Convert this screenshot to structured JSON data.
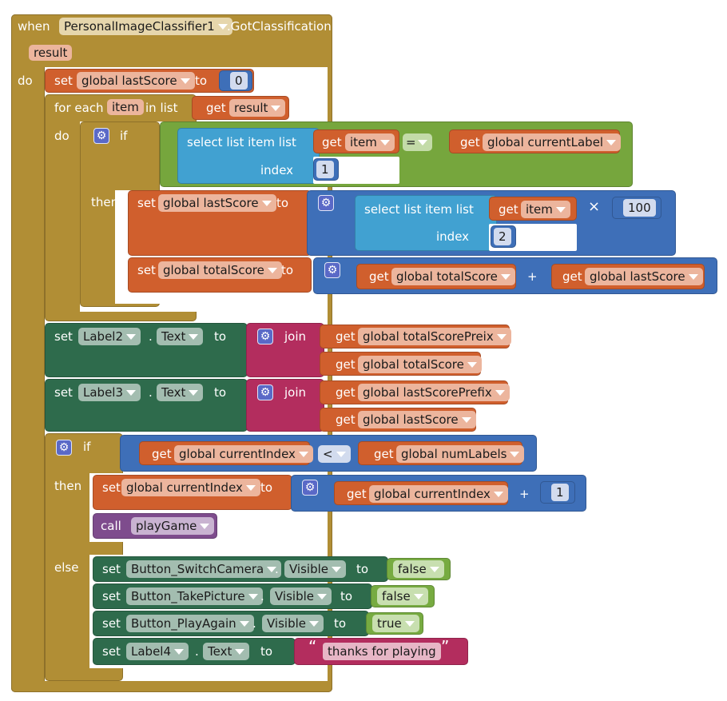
{
  "event": {
    "when": "when",
    "component": "PersonalImageClassifier1",
    "event_name": ".GotClassification",
    "param": "result",
    "do": "do"
  },
  "stmt1": {
    "set": "set",
    "var": "global lastScore",
    "to": "to",
    "value": "0"
  },
  "foreach": {
    "label": "for each",
    "item": "item",
    "in_list": "in list",
    "get": "get",
    "list_var": "result",
    "do": "do"
  },
  "if1": {
    "if": "if",
    "then": "then",
    "select_label": "select list item  list",
    "index_label": "index",
    "get": "get",
    "item": "item",
    "op": "=",
    "rhs_var": "global currentLabel",
    "index_value": "1"
  },
  "then1": {
    "set": "set",
    "var": "global lastScore",
    "to": "to",
    "select_label": "select list item  list",
    "index_label": "index",
    "get": "get",
    "item": "item",
    "index_value": "2",
    "mul": "×",
    "factor": "100"
  },
  "then2": {
    "set": "set",
    "var": "global totalScore",
    "to": "to",
    "get": "get",
    "a": "global totalScore",
    "plus": "+",
    "b": "global lastScore"
  },
  "label2": {
    "set": "set",
    "component": "Label2",
    "dot": ".",
    "prop": "Text",
    "to": "to",
    "join": "join",
    "get": "get",
    "a": "global totalScorePreix",
    "b": "global totalScore"
  },
  "label3": {
    "set": "set",
    "component": "Label3",
    "dot": ".",
    "prop": "Text",
    "to": "to",
    "join": "join",
    "get": "get",
    "a": "global lastScorePrefix",
    "b": "global lastScore"
  },
  "if2": {
    "if": "if",
    "then": "then",
    "else": "else",
    "get": "get",
    "lhs": "global currentIndex",
    "op": "<",
    "rhs": "global numLabels",
    "set": "set",
    "set_var": "global currentIndex",
    "to": "to",
    "plus": "+",
    "inc": "1",
    "call": "call",
    "proc": "playGame"
  },
  "else_rows": [
    {
      "set": "set",
      "component": "Button_SwitchCamera",
      "dot": ".",
      "prop": "Visible",
      "to": "to",
      "value": "false"
    },
    {
      "set": "set",
      "component": "Button_TakePicture",
      "dot": ".",
      "prop": "Visible",
      "to": "to",
      "value": "false"
    },
    {
      "set": "set",
      "component": "Button_PlayAgain",
      "dot": ".",
      "prop": "Visible",
      "to": "to",
      "value": "true"
    },
    {
      "set": "set",
      "component": "Label4",
      "dot": ".",
      "prop": "Text",
      "to": "to",
      "open_quote": "“",
      "value": "thanks for playing",
      "close_quote": "”"
    }
  ],
  "colors": {
    "event": "#b18e35",
    "variable": "#d05f2d",
    "list": "#41a1d1",
    "compare": "#76a63d",
    "math": "#3e6fb8",
    "component": "#2e6b4c",
    "text": "#b32d5e",
    "procedure": "#7e4c8d"
  },
  "icons": [
    "gear-icon",
    "chevron-down-icon"
  ]
}
